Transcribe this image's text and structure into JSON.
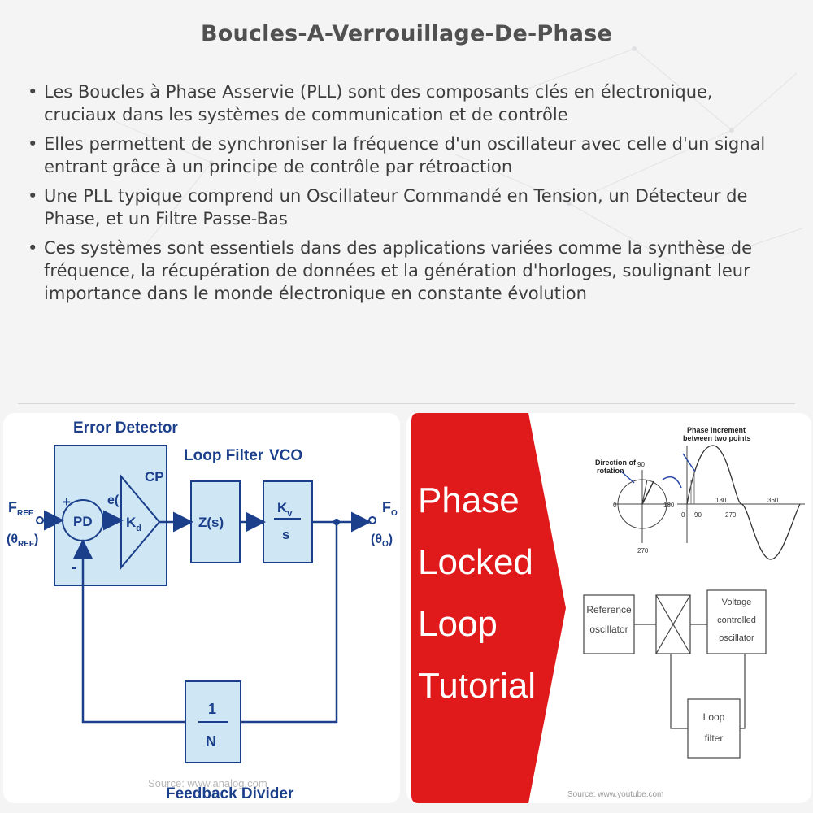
{
  "title": "Boucles-A-Verrouillage-De-Phase",
  "bullets": [
    "Les Boucles à Phase Asservie (PLL) sont des composants clés en électronique, cruciaux dans les systèmes de communication et de contrôle",
    "Elles permettent de synchroniser la fréquence d'un oscillateur avec celle d'un signal entrant grâce à un principe de contrôle par rétroaction",
    "Une PLL typique comprend un Oscillateur Commandé en Tension, un Détecteur de Phase, et un Filtre Passe-Bas",
    "Ces systèmes sont essentiels dans des applications variées comme la synthèse de fréquence, la récupération de données et la génération d'horloges, soulignant leur importance dans le monde électronique en constante évolution"
  ],
  "left_diagram": {
    "error_detector": "Error Detector",
    "loop_filter": "Loop Filter",
    "vco": "VCO",
    "cp": "CP",
    "pd": "PD",
    "es": "e(s)",
    "kd": "K",
    "kd_sub": "d",
    "zs": "Z(s)",
    "kv": "K",
    "kv_sub": "v",
    "s": "s",
    "fref": "F",
    "fref_sub": "REF",
    "theta_ref": "(θ",
    "theta_ref_sub": "REF",
    "theta_ref_close": ")",
    "fo": "F",
    "fo_sub": "O",
    "theta_o": "(θ",
    "theta_o_sub": "O",
    "theta_o_close": ")",
    "plus": "+",
    "minus": "-",
    "one": "1",
    "n": "N",
    "feedback_divider": "Feedback Divider",
    "source": "Source: www.analog.com"
  },
  "right_diagram": {
    "banner_lines": [
      "Phase",
      "Locked",
      "Loop",
      "Tutorial"
    ],
    "phase_increment": "Phase increment",
    "between_points": "between two points",
    "direction_of": "Direction of",
    "rotation": "rotation",
    "deg_90": "90",
    "deg_0": "0",
    "deg_180": "180",
    "deg_270": "270",
    "deg_360": "360",
    "reference": "Reference",
    "oscillator": "oscillator",
    "voltage": "Voltage",
    "controlled": "controlled",
    "oscillator2": "oscillator",
    "loop": "Loop",
    "filter": "filter",
    "source": "Source: www.youtube.com"
  },
  "colors": {
    "diagram_blue": "#1b3f8b",
    "box_fill": "#cfe6f4",
    "banner_red": "#e0191b"
  }
}
